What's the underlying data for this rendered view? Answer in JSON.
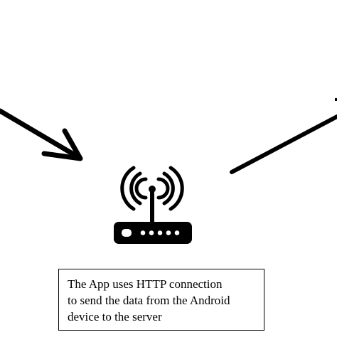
{
  "caption": {
    "lines": [
      "The App uses HTTP connection",
      "to send the data from the Android",
      "device to the server"
    ]
  },
  "icons": {
    "router": "wifi-router-icon",
    "left_arrow": "arrow-icon",
    "right_line": "connector-line"
  },
  "colors": {
    "ink": "#000000",
    "background": "#ffffff"
  }
}
